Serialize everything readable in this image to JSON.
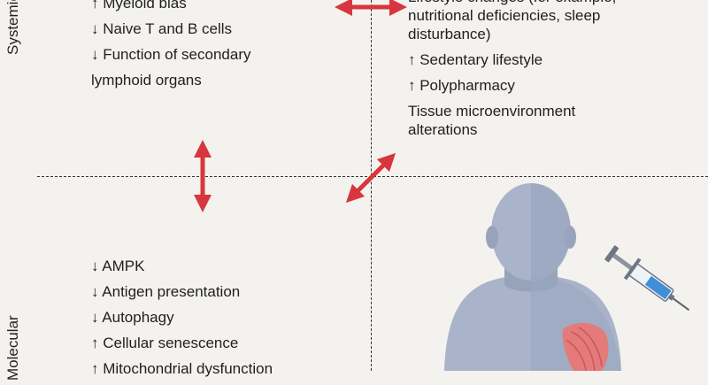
{
  "axis_labels": {
    "top": "Systemic",
    "bottom": "Molecular"
  },
  "top_left": {
    "items": [
      "↑ Myeloid bias",
      "↓ Naive T and B cells",
      "↓ Function of secondary lymphoid organs"
    ]
  },
  "top_right": {
    "items": [
      "Lifestyle changes (for example, nutritional deficiencies, sleep disturbance)",
      "↑ Sedentary lifestyle",
      "↑ Polypharmacy",
      "Tissue microenvironment alterations"
    ]
  },
  "bottom_left": {
    "items": [
      "↓ AMPK",
      "↓ Antigen presentation",
      "↓ Autophagy",
      "↑ Cellular senescence",
      "↑ Mitochondrial dysfunction"
    ]
  },
  "colors": {
    "arrow": "#d8363f",
    "figure": "#a9b3c9",
    "muscle": "#e47a7a"
  }
}
